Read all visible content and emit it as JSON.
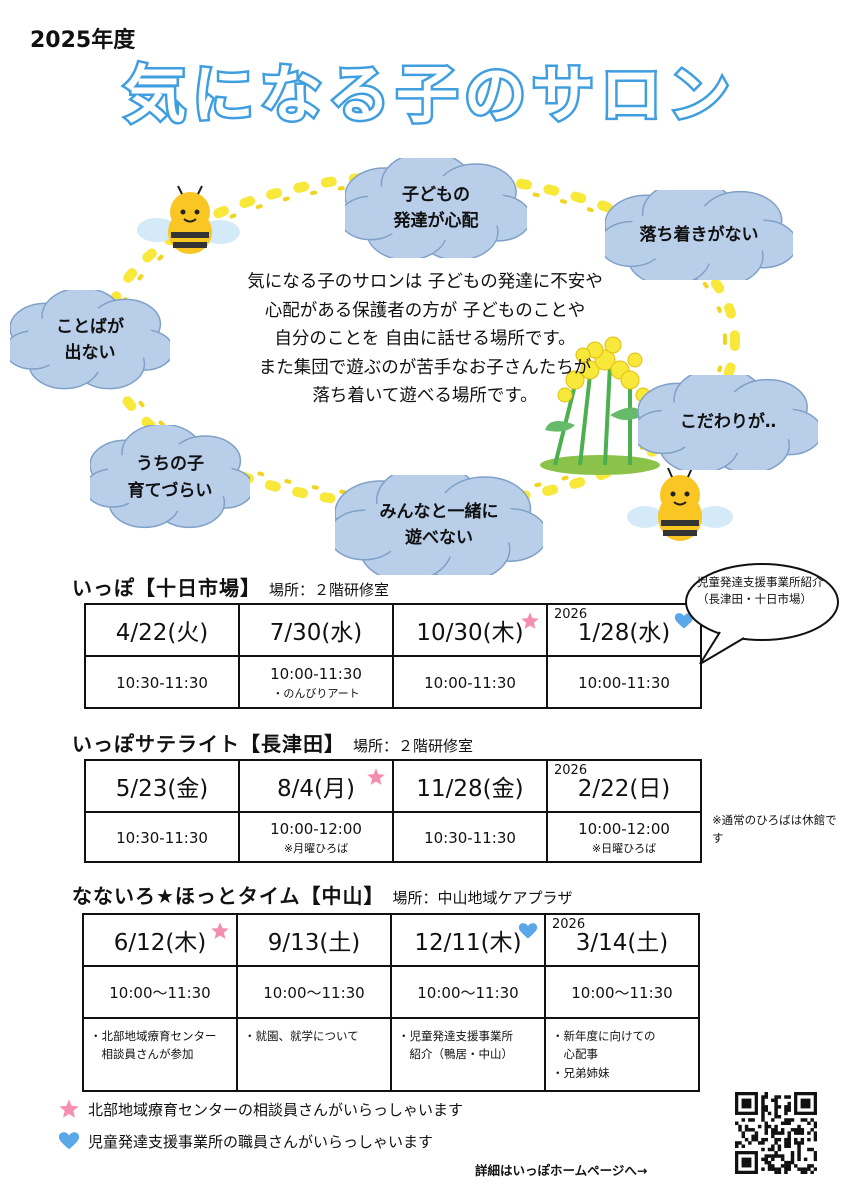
{
  "header": {
    "year": "2025年度",
    "title": "気になる子のサロン"
  },
  "clouds": [
    {
      "text": "子どもの\n発達が心配"
    },
    {
      "text": "落ち着きがない"
    },
    {
      "text": "ことばが\n出ない"
    },
    {
      "text": "こだわりが‥"
    },
    {
      "text": "うちの子\n育てづらい"
    },
    {
      "text": "みんなと一緒に\n遊べない"
    }
  ],
  "intro": [
    "気になる子のサロンは 子どもの発達に不安や",
    "心配がある保護者の方が 子どものことや",
    "自分のことを 自由に話せる場所です。",
    "また集団で遊ぶのが苦手なお子さんたちが",
    "落ち着いて遊べる場所です。"
  ],
  "sections": [
    {
      "title": "いっぽ【十日市場】",
      "place": "場所：２階研修室",
      "sessions": [
        {
          "year": "",
          "date": "4/22(火)",
          "time": "10:30-11:30",
          "note": "",
          "mark": ""
        },
        {
          "year": "",
          "date": "7/30(水)",
          "time": "10:00-11:30",
          "note": "・のんびりアート",
          "mark": ""
        },
        {
          "year": "",
          "date": "10/30(木)",
          "time": "10:00-11:30",
          "note": "",
          "mark": "star"
        },
        {
          "year": "2026",
          "date": "1/28(水)",
          "time": "10:00-11:30",
          "note": "",
          "mark": "heart"
        }
      ]
    },
    {
      "title": "いっぽサテライト【長津田】",
      "place": "場所：２階研修室",
      "sessions": [
        {
          "year": "",
          "date": "5/23(金)",
          "time": "10:30-11:30",
          "note": "",
          "mark": ""
        },
        {
          "year": "",
          "date": "8/4(月)",
          "time": "10:00-12:00",
          "note": "※月曜ひろば",
          "mark": "star"
        },
        {
          "year": "",
          "date": "11/28(金)",
          "time": "10:30-11:30",
          "note": "",
          "mark": ""
        },
        {
          "year": "2026",
          "date": "2/22(日)",
          "time": "10:00-12:00",
          "note": "※日曜ひろば",
          "mark": ""
        }
      ]
    },
    {
      "title": "なないろ★ほっとタイム【中山】",
      "place": "場所：中山地域ケアプラザ",
      "sessions": [
        {
          "year": "",
          "date": "6/12(木)",
          "time": "10:00～11:30",
          "detail": "・北部地域療育センター\n　相談員さんが参加",
          "mark": "star"
        },
        {
          "year": "",
          "date": "9/13(土)",
          "time": "10:00～11:30",
          "detail": "・就園、就学について",
          "mark": ""
        },
        {
          "year": "",
          "date": "12/11(木)",
          "time": "10:00～11:30",
          "detail": "・児童発達支援事業所\n　紹介（鴨居・中山）",
          "mark": "heart"
        },
        {
          "year": "2026",
          "date": "3/14(土)",
          "time": "10:00～11:30",
          "detail": "・新年度に向けての\n　心配事\n・兄弟姉妹",
          "mark": ""
        }
      ]
    }
  ],
  "bubble": {
    "text": "児童発達支援事業所紹介（長津田・十日市場）"
  },
  "side_note": "※通常のひろばは休館です",
  "legend": [
    {
      "icon": "star-icon",
      "color": "#f58fb0",
      "text": "北部地域療育センターの相談員さんがいらっしゃいます"
    },
    {
      "icon": "heart-icon",
      "color": "#5aa8e8",
      "text": "児童発達支援事業所の職員さんがいらっしゃいます"
    }
  ],
  "footer": {
    "text": "詳細はいっぽホームページへ→"
  },
  "colors": {
    "title_fill": "#ffffff",
    "title_stroke": "#3f9ee0",
    "cloud": "#b9cfe9",
    "cloud_stroke": "#7fa0c8",
    "flower": "#f7e83a"
  }
}
